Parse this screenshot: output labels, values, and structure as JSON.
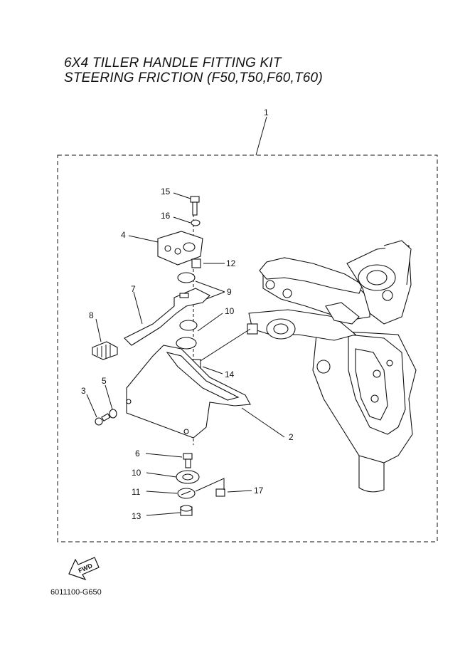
{
  "title": {
    "line1": "6X4 TILLER HANDLE FITTING KIT",
    "line2": "STEERING FRICTION (F50,T50,F60,T60)"
  },
  "callouts": {
    "c1": "1",
    "c2": "2",
    "c3": "3",
    "c4": "4",
    "c5": "5",
    "c6": "6",
    "c7": "7",
    "c8": "8",
    "c9": "9",
    "c10a": "10",
    "c10b": "10",
    "c11": "11",
    "c12": "12",
    "c13": "13",
    "c14": "14",
    "c15": "15",
    "c16": "16",
    "c17": "17"
  },
  "fwd_label": "FWD",
  "diagram_code": "6011100-G650"
}
